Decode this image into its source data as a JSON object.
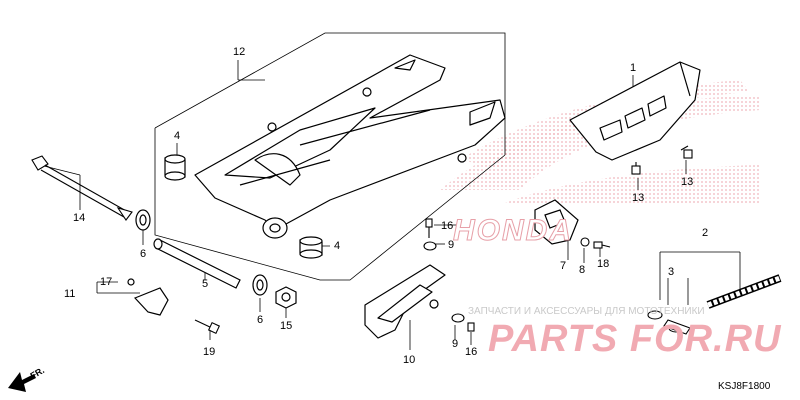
{
  "diagram": {
    "code": "KSJ8F1800",
    "direction_label": "FR.",
    "watermark_caption": "ЗАПЧАСТИ И АКСЕССУАРЫ ДЛЯ МОТОТЕХНИКИ",
    "watermark_brand": "PARTS FOR.RU",
    "logo_text": "HONDA"
  },
  "callouts": [
    {
      "id": "c12",
      "text": "12"
    },
    {
      "id": "c1",
      "text": "1"
    },
    {
      "id": "c4a",
      "text": "4"
    },
    {
      "id": "c4b",
      "text": "4"
    },
    {
      "id": "c14",
      "text": "14"
    },
    {
      "id": "c6a",
      "text": "6"
    },
    {
      "id": "c5",
      "text": "5"
    },
    {
      "id": "c16a",
      "text": "16"
    },
    {
      "id": "c9a",
      "text": "9"
    },
    {
      "id": "c13a",
      "text": "13"
    },
    {
      "id": "c13b",
      "text": "13"
    },
    {
      "id": "c2",
      "text": "2"
    },
    {
      "id": "c3",
      "text": "3"
    },
    {
      "id": "c7",
      "text": "7"
    },
    {
      "id": "c8",
      "text": "8"
    },
    {
      "id": "c18",
      "text": "18"
    },
    {
      "id": "c17",
      "text": "17"
    },
    {
      "id": "c11",
      "text": "11"
    },
    {
      "id": "c6b",
      "text": "6"
    },
    {
      "id": "c15",
      "text": "15"
    },
    {
      "id": "c19",
      "text": "19"
    },
    {
      "id": "c10",
      "text": "10"
    },
    {
      "id": "c9b",
      "text": "9"
    },
    {
      "id": "c16b",
      "text": "16"
    }
  ]
}
